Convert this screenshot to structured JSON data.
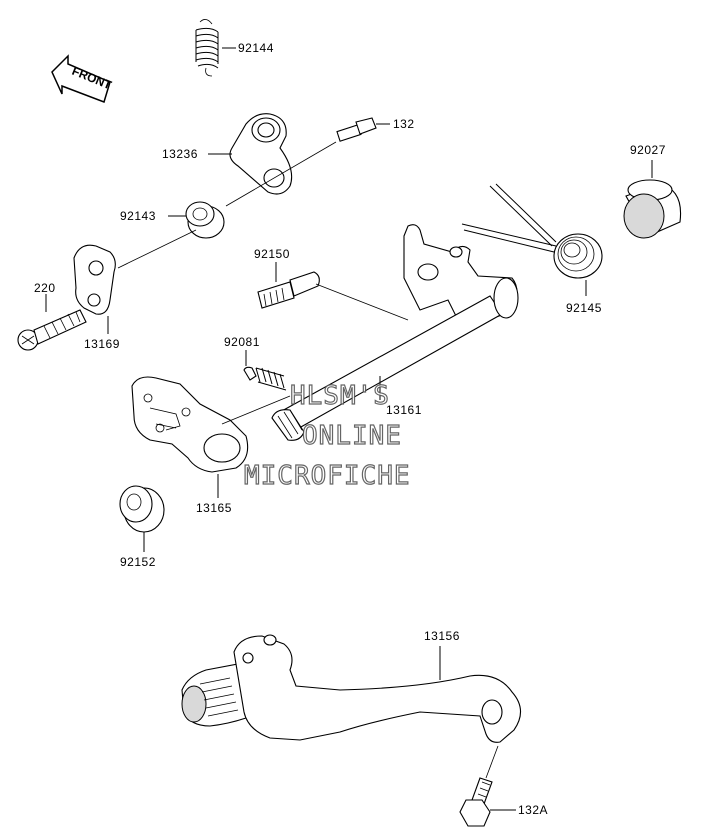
{
  "front_label": "FRONT",
  "watermark": {
    "line1": "HLSM'S",
    "line2": "ONLINE",
    "line3": "MICROFICHE"
  },
  "labels": {
    "p92144": "92144",
    "p132": "132",
    "p13236": "13236",
    "p92027": "92027",
    "p92143": "92143",
    "p92150": "92150",
    "p220": "220",
    "p13169": "13169",
    "p92145": "92145",
    "p92081": "92081",
    "p13161": "13161",
    "p13165": "13165",
    "p92152": "92152",
    "p13156": "13156",
    "p132A": "132A"
  }
}
